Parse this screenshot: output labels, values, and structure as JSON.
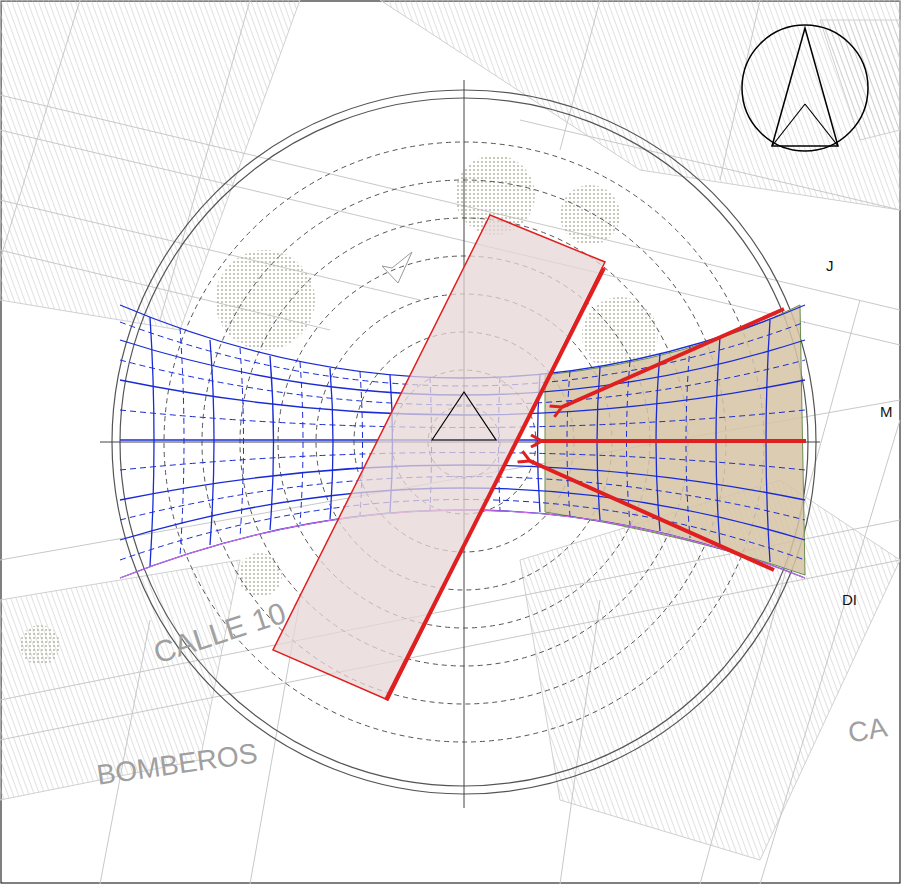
{
  "diagram": {
    "labels": [
      "CALLE 10",
      "BOMBEROS",
      "DI",
      "M",
      "J",
      "CA"
    ]
  }
}
